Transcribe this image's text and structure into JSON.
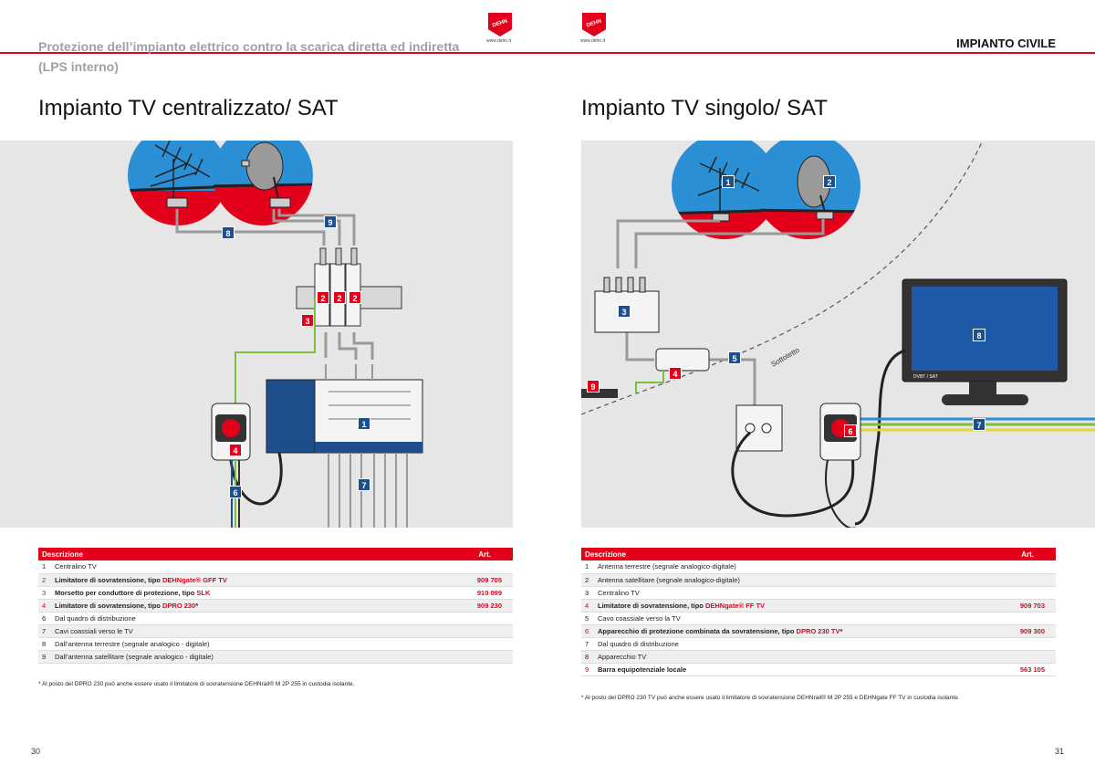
{
  "header": {
    "left_title": "Protezione dell’impianto elettrico contro la scarica diretta ed indiretta (LPS interno)",
    "right_label": "IMPIANTO CIVILE",
    "brand_name": "DEHN",
    "brand_url": "www.dehn.it"
  },
  "left": {
    "title": "Impianto TV centralizzato/ SAT",
    "table_header_desc": "Descrizione",
    "table_header_art": "Art.",
    "rows": [
      {
        "n": "1",
        "pre": "Centralino TV",
        "red": "",
        "post": "",
        "art": "",
        "hl": false
      },
      {
        "n": "2",
        "pre": "Limitatore di sovratensione, tipo ",
        "red": "DEHNgate® GFF TV",
        "post": "",
        "art": "909 705",
        "hl": true
      },
      {
        "n": "3",
        "pre": "Morsetto per conduttore di protezione, tipo ",
        "red": "SLK",
        "post": "",
        "art": "910 099",
        "hl": true
      },
      {
        "n": "4",
        "pre": "Limitatore di sovratensione, tipo ",
        "red": "DPRO 230",
        "post": "*",
        "art": "909 230",
        "hl": true
      },
      {
        "n": "6",
        "pre": "Dal quadro di distribuzione",
        "red": "",
        "post": "",
        "art": "",
        "hl": false
      },
      {
        "n": "7",
        "pre": "Cavi coassiali verso le TV",
        "red": "",
        "post": "",
        "art": "",
        "hl": false
      },
      {
        "n": "8",
        "pre": "Dall’antenna terrestre (segnale analogico - digitale)",
        "red": "",
        "post": "",
        "art": "",
        "hl": false
      },
      {
        "n": "9",
        "pre": "Dall’antenna satellitare (segnale analogico - digitale)",
        "red": "",
        "post": "",
        "art": "",
        "hl": false
      }
    ],
    "footnote": "* Al posto del DPRO 230 può anche essere usato il limitatore di sovratensione DEHNrail® M 2P 255 in custodia isolante.",
    "page_number": "30"
  },
  "right": {
    "title": "Impianto TV singolo/ SAT",
    "table_header_desc": "Descrizione",
    "table_header_art": "Art.",
    "rows": [
      {
        "n": "1",
        "pre": "Antenna terrestre (segnale analogico-digitale)",
        "red": "",
        "post": "",
        "art": "",
        "hl": false
      },
      {
        "n": "2",
        "pre": "Antenna satellitare (segnale analogico-digitale)",
        "red": "",
        "post": "",
        "art": "",
        "hl": false
      },
      {
        "n": "3",
        "pre": "Centralino TV",
        "red": "",
        "post": "",
        "art": "",
        "hl": false
      },
      {
        "n": "4",
        "pre": "Limitatore di sovratensione, tipo ",
        "red": "DEHNgate® FF TV",
        "post": "",
        "art": "909 703",
        "hl": true
      },
      {
        "n": "5",
        "pre": "Cavo coassiale verso la TV",
        "red": "",
        "post": "",
        "art": "",
        "hl": false
      },
      {
        "n": "6",
        "pre": "Apparecchio di protezione combinata da sovratensione, tipo ",
        "red": "DPRO 230 TV",
        "post": "*",
        "art": "909 300",
        "hl": true
      },
      {
        "n": "7",
        "pre": "Dal quadro di distribuzione",
        "red": "",
        "post": "",
        "art": "",
        "hl": false
      },
      {
        "n": "8",
        "pre": "Apparecchio TV",
        "red": "",
        "post": "",
        "art": "",
        "hl": false
      },
      {
        "n": "9",
        "pre": "Barra equipotenziale locale",
        "red": "",
        "post": "",
        "art": "563 105",
        "hl": true
      }
    ],
    "footnote": "* Al posto del DPRO 230 TV può anche essere usato il limitatore di sovratensione DEHNrail® M 2P 255 e DEHNgate FF TV in custodia isolante.",
    "page_number": "31",
    "diagram_labels": {
      "sottotetto": "Sottotetto",
      "tv_label": "DVBT / SAT"
    }
  },
  "colors": {
    "accent": "#e3001b",
    "badge_blue": "#1f4e8c",
    "diagram_bg": "#e6e6e6",
    "screen": "#1e5aa8"
  }
}
